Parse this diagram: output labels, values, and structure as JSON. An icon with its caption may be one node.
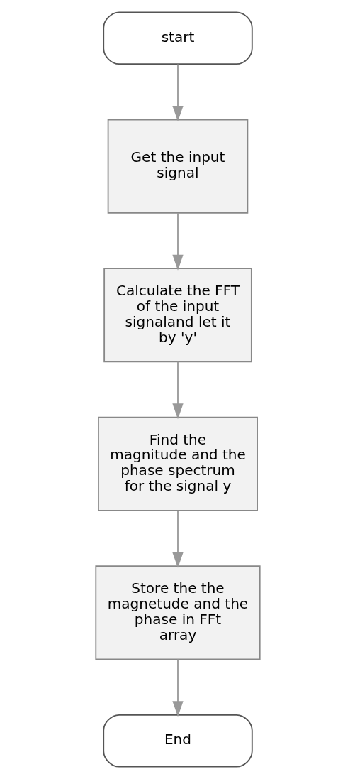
{
  "diagram": {
    "nodes": [
      {
        "text": [
          "start"
        ]
      },
      {
        "text": [
          "Get the input signal"
        ]
      },
      {
        "text": [
          "Calculate the FFT of the input signaland let it by 'y'"
        ]
      },
      {
        "text": [
          "Find the magnitude and the phase spectrum for the signal y"
        ]
      },
      {
        "text": [
          "Store the the magnetude and the phase in FFt array"
        ]
      },
      {
        "text": [
          "End"
        ]
      }
    ],
    "edges": [
      {
        "from": 0,
        "to": 1,
        "arrow": "to"
      },
      {
        "from": 1,
        "to": 2,
        "arrow": "to"
      },
      {
        "from": 2,
        "to": 3,
        "arrow": "to"
      },
      {
        "from": 3,
        "to": 4,
        "arrow": "to"
      },
      {
        "from": 4,
        "to": 5,
        "arrow": "to"
      }
    ]
  }
}
